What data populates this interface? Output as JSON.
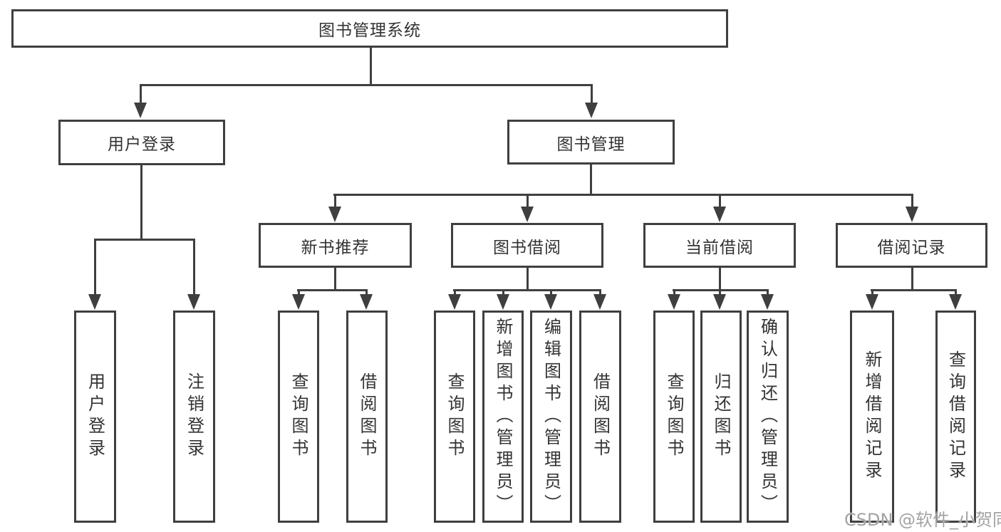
{
  "diagram": {
    "root": {
      "label": "图书管理系统"
    },
    "branches": [
      {
        "label": "用户登录",
        "children": [
          {
            "label": "用户登录"
          },
          {
            "label": "注销登录"
          }
        ]
      },
      {
        "label": "图书管理",
        "children": [
          {
            "label": "新书推荐",
            "children": [
              {
                "label": "查询图书"
              },
              {
                "label": "借阅图书"
              }
            ]
          },
          {
            "label": "图书借阅",
            "children": [
              {
                "label": "查询图书"
              },
              {
                "label": "新增图书（管理员）"
              },
              {
                "label": "编辑图书（管理员）"
              },
              {
                "label": "借阅图书"
              }
            ]
          },
          {
            "label": "当前借阅",
            "children": [
              {
                "label": "查询图书"
              },
              {
                "label": "归还图书"
              },
              {
                "label": "确认归还（管理员）"
              }
            ]
          },
          {
            "label": "借阅记录",
            "children": [
              {
                "label": "新增借阅记录"
              },
              {
                "label": "查询借阅记录"
              }
            ]
          }
        ]
      }
    ]
  },
  "watermark": {
    "text": "CSDN @软件_小贺同学"
  },
  "colors": {
    "line": "#3f3f3f",
    "border": "#3f3f3f",
    "text": "#333333",
    "watermark": "#a3a3a3",
    "bg": "#ffffff"
  }
}
